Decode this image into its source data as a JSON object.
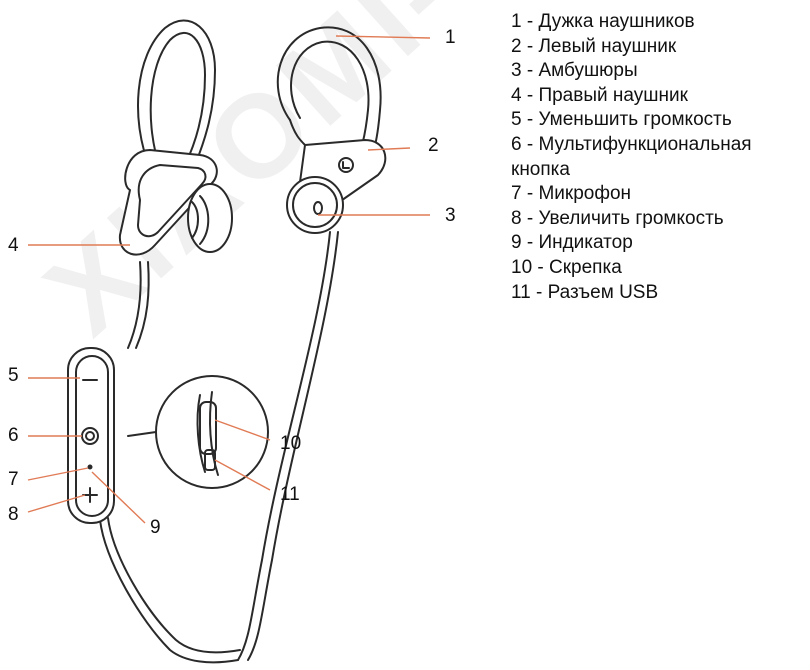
{
  "watermark": "XIAOMI-STORE",
  "callouts": [
    "1",
    "2",
    "3",
    "4",
    "5",
    "6",
    "7",
    "8",
    "9",
    "10",
    "11"
  ],
  "legend": [
    "1 - Дужка наушников",
    "2 - Левый наушник",
    "3 - Амбушюры",
    "4 - Правый наушник",
    "5 - Уменьшить громкость",
    "6 - Мультифункциональная кнопка",
    "7 - Микрофон",
    "8 - Увеличить громкость",
    "9 - Индикатор",
    "10 - Скрепка",
    "11 - Разъем USB"
  ],
  "colors": {
    "line": "#2a2a2a",
    "leader": "#e07b55",
    "text": "#111111"
  },
  "icons": [
    "minus-icon",
    "circle-button-icon",
    "plus-icon"
  ]
}
